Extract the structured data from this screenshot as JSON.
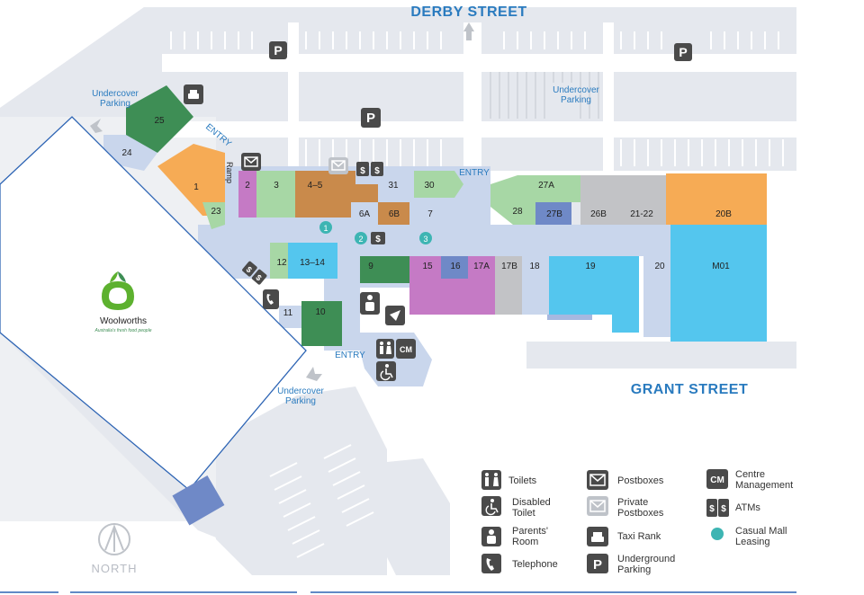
{
  "streets": {
    "derby": "DERBY STREET",
    "grant": "GRANT STREET"
  },
  "labels": {
    "undercover_parking_line1": "Undercover",
    "undercover_parking_line2": "Parking",
    "entry": "ENTRY",
    "ramp": "Ramp",
    "north": "NORTH",
    "woolworths": "Woolworths",
    "woolworths_tagline": "Australia's fresh food people"
  },
  "shops": {
    "s1": "1",
    "s2": "2",
    "s3": "3",
    "s4_5": "4–5",
    "s6a": "6A",
    "s6b": "6B",
    "s7": "7",
    "s9": "9",
    "s10": "10",
    "s11": "11",
    "s12": "12",
    "s13_14": "13–14",
    "s15": "15",
    "s16": "16",
    "s17a": "17A",
    "s17b": "17B",
    "s18": "18",
    "s19": "19",
    "s20": "20",
    "s20b": "20B",
    "s21_22": "21-22",
    "s23": "23",
    "s24": "24",
    "s25": "25",
    "s26b": "26B",
    "s27a": "27A",
    "s27b": "27B",
    "s28": "28",
    "s30": "30",
    "s31": "31",
    "m01": "M01"
  },
  "markers": {
    "m1": "1",
    "m2": "2",
    "m3": "3"
  },
  "legend": {
    "toilets": "Toilets",
    "disabled_1": "Disabled",
    "disabled_2": "Toilet",
    "parents_1": "Parents'",
    "parents_2": "Room",
    "telephone": "Telephone",
    "postboxes": "Postboxes",
    "private_1": "Private",
    "private_2": "Postboxes",
    "taxi": "Taxi Rank",
    "ug_1": "Underground",
    "ug_2": "Parking",
    "cm_1": "Centre",
    "cm_2": "Management",
    "atms": "ATMs",
    "casual_1": "Casual Mall",
    "casual_2": "Leasing"
  },
  "icons": {
    "parking": "P",
    "cm": "CM",
    "atm": "$"
  },
  "colors": {
    "street": "#2a7bbf",
    "pavement": "#e5e8ee",
    "mall": "#c9d6ec",
    "green": "#5aa86b",
    "dark_green": "#3e8e55",
    "light_green": "#a7d7a5",
    "orange": "#f6ab55",
    "brown": "#c98a4b",
    "purple": "#c57ac5",
    "magenta": "#b063b5",
    "cyan": "#54c6ee",
    "grey": "#c2c3c6",
    "navy": "#6f89c7",
    "icon": "#4a4a4a",
    "teal": "#3db5b3",
    "woolworths_border": "#2d64b4",
    "woolworths_green": "#5db12f"
  }
}
